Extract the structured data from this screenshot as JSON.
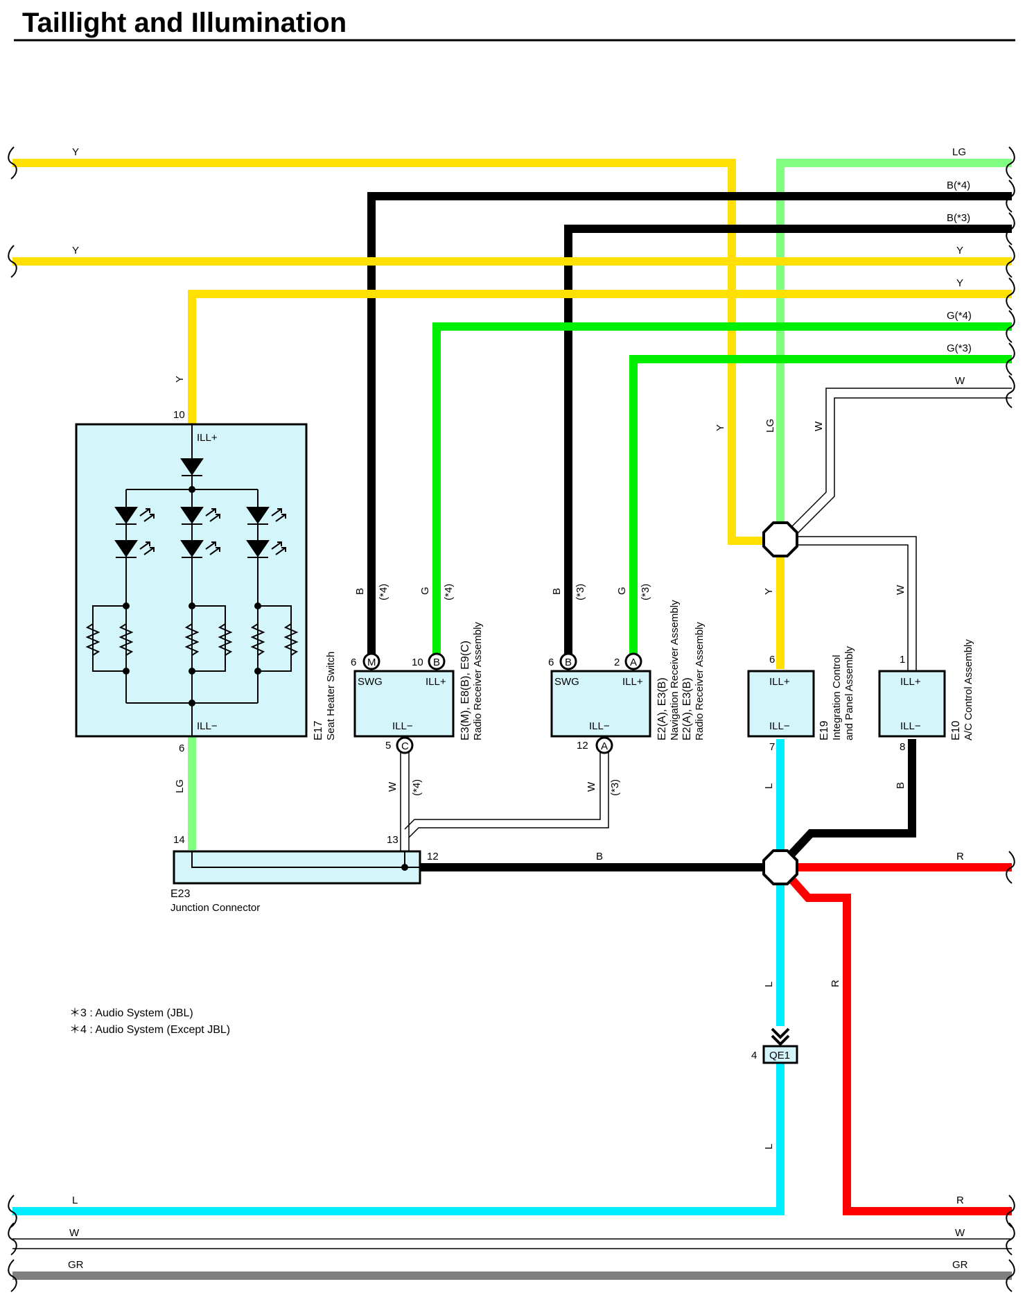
{
  "title": "Taillight and Illumination",
  "colors": {
    "Y": "#ffe000",
    "LG": "#80ff80",
    "G": "#00ee00",
    "B": "#000000",
    "L": "#00eeff",
    "R": "#ff0000",
    "W": "#ffffff",
    "GR": "#808080",
    "component_fill": "#d4f6fa"
  },
  "wire_labels": {
    "left_top_y1": "Y",
    "left_top_y2": "Y",
    "right_lg": "LG",
    "right_b4": "B(*4)",
    "right_b3": "B(*3)",
    "right_y1": "Y",
    "right_y2": "Y",
    "right_g4": "G(*4)",
    "right_g3": "G(*3)",
    "right_w": "W",
    "seat_top": "Y",
    "seat_bottom": "LG",
    "e3_b": "B",
    "e3_b_note": "(*4)",
    "e3_g": "G",
    "e3_g_note": "(*4)",
    "e2_b": "B",
    "e2_b_note": "(*3)",
    "e2_g": "G",
    "e2_g_note": "(*3)",
    "e3_w": "W",
    "e3_w_note": "(*4)",
    "e2_w": "W",
    "e2_w_note": "(*3)",
    "v_y": "Y",
    "v_lg": "LG",
    "v_w": "W",
    "v_y_low": "Y",
    "v_w_low": "W",
    "e19_l": "L",
    "e10_b": "B",
    "main_b": "B",
    "right_r": "R",
    "v_l_mid": "L",
    "v_r": "R",
    "v_l_low": "L",
    "bottom_l_left": "L",
    "bottom_w_left": "W",
    "bottom_gr_left": "GR",
    "bottom_r_right": "R",
    "bottom_w_right": "W",
    "bottom_gr_right": "GR"
  },
  "components": {
    "e17": {
      "code": "E17",
      "name": "Seat Heater Switch",
      "pin_top": "10",
      "pin_bottom": "6",
      "term_top": "ILL+",
      "term_bottom": "ILL−"
    },
    "e3": {
      "code": "E3(M), E8(B), E9(C)",
      "name": "Radio Receiver Assembly",
      "pin_swg": "6",
      "pin_swg_conn": "M",
      "pin_ill": "10",
      "pin_ill_conn": "B",
      "pin_bottom": "5",
      "pin_bottom_conn": "C",
      "term_swg": "SWG",
      "term_illp": "ILL+",
      "term_illm": "ILL−"
    },
    "e2": {
      "code": "E2(A), E3(B)",
      "name": "Navigation Receiver Assembly",
      "code2": "E2(A), E3(B)",
      "name2": "Radio Receiver Assembly",
      "pin_swg": "6",
      "pin_swg_conn": "B",
      "pin_ill": "2",
      "pin_ill_conn": "A",
      "pin_bottom": "12",
      "pin_bottom_conn": "A",
      "term_swg": "SWG",
      "term_illp": "ILL+",
      "term_illm": "ILL−"
    },
    "e19": {
      "code": "E19",
      "name": "Integration Control",
      "name2": "and Panel Assembly",
      "pin_top": "6",
      "pin_bottom": "7",
      "term_top": "ILL+",
      "term_bottom": "ILL−"
    },
    "e10": {
      "code": "E10",
      "name": "A/C Control Assembly",
      "pin_top": "1",
      "pin_bottom": "8",
      "term_top": "ILL+",
      "term_bottom": "ILL−"
    },
    "e23": {
      "code": "E23",
      "name": "Junction Connector",
      "pin_14": "14",
      "pin_13": "13",
      "pin_12": "12"
    },
    "qe1": {
      "code": "QE1",
      "pin": "4"
    }
  },
  "notes": [
    "＊3 : Audio System (JBL)",
    "＊4 : Audio System (Except JBL)"
  ]
}
